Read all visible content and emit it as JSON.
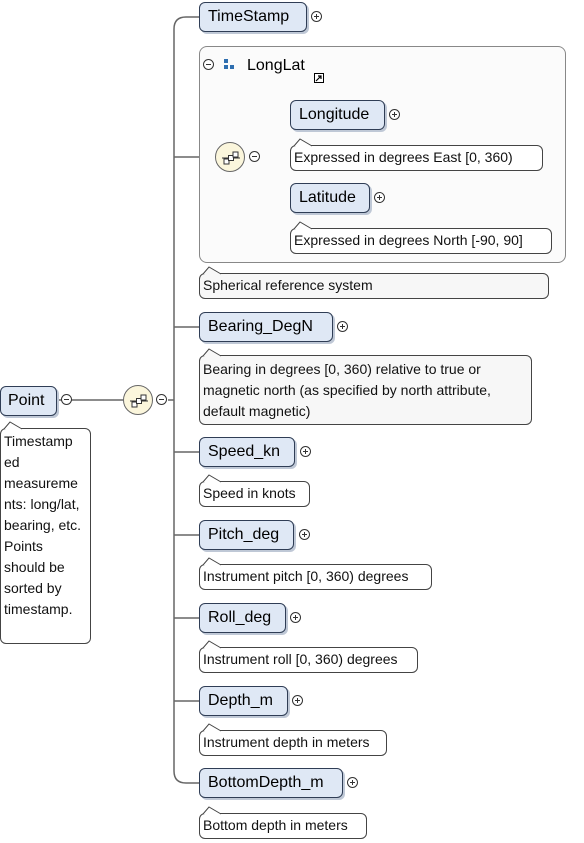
{
  "root": {
    "label": "Point",
    "doc": "Timestamp ed measureme nts: long/lat, bearing, etc. Points should be sorted by timestamp."
  },
  "group": {
    "label": "LongLat",
    "doc": "Spherical reference system"
  },
  "elements": {
    "timestamp": "TimeStamp",
    "longitude": "Longitude",
    "longitude_doc": "Expressed in degrees East [0, 360)",
    "latitude": "Latitude",
    "latitude_doc": "Expressed in degrees North [-90, 90]",
    "bearing": "Bearing_DegN",
    "bearing_doc": "Bearing in degrees [0, 360) relative to true or magnetic north (as specified by north attribute, default magnetic)",
    "speed": "Speed_kn",
    "speed_doc": "Speed in knots",
    "pitch": "Pitch_deg",
    "pitch_doc": "Instrument pitch [0, 360) degrees",
    "roll": "Roll_deg",
    "roll_doc": "Instrument roll [0, 360) degrees",
    "depth": "Depth_m",
    "depth_doc": "Instrument depth in meters",
    "bottom": "BottomDepth_m",
    "bottom_doc": "Bottom depth in meters"
  },
  "colors": {
    "node_fill": "#dfe8f5",
    "node_border": "#2f3d55",
    "sequence_fill": "#fbf6dc",
    "line": "#555555"
  },
  "icons": {
    "expander": "plus-circle-icon",
    "collapser": "minus-circle-icon",
    "sequence": "sequence-compositor-icon",
    "group_ref": "group-reference-icon"
  }
}
